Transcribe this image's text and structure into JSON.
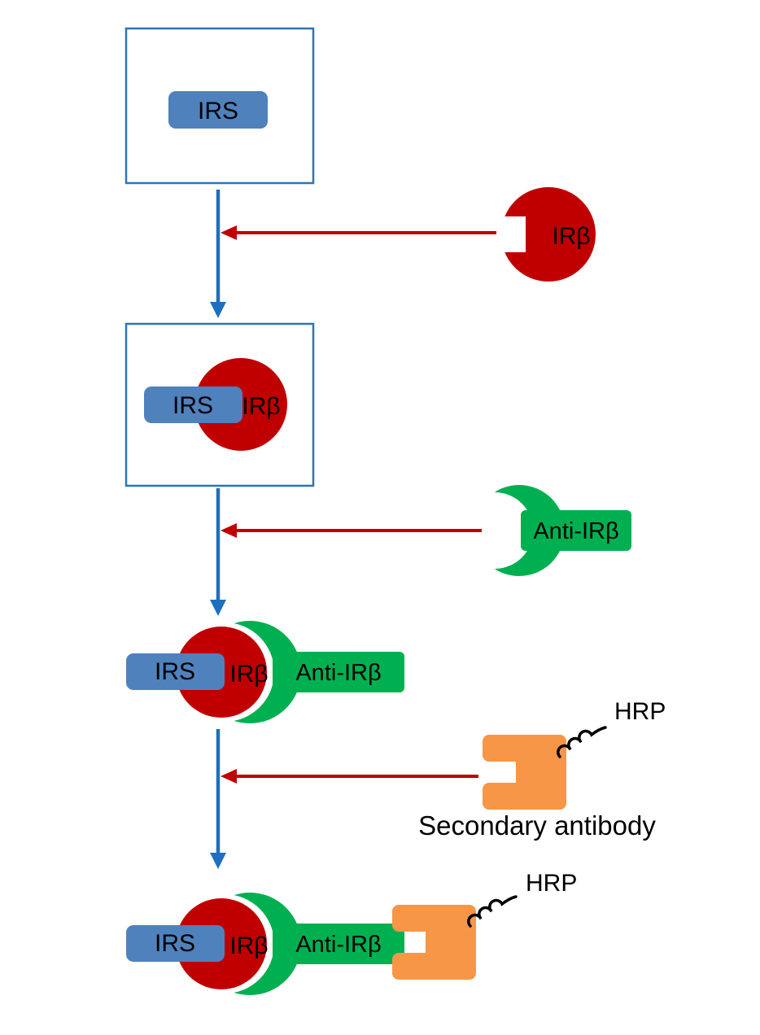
{
  "diagram": {
    "substrate_label": "IRS",
    "receptor_label": "IRβ",
    "primary_antibody_label": "Anti-IRβ",
    "enzyme_label": "HRP",
    "secondary_antibody_label": "Secondary antibody"
  },
  "colors": {
    "substrate_blue": "#4F81BD",
    "box_outline": "#2E74B5",
    "flow_arrow_blue": "#1E6FBF",
    "receptor_red": "#C00000",
    "antibody_green": "#00B050",
    "secondary_orange": "#F79646",
    "text": "#000000",
    "background": "#FFFFFF"
  }
}
